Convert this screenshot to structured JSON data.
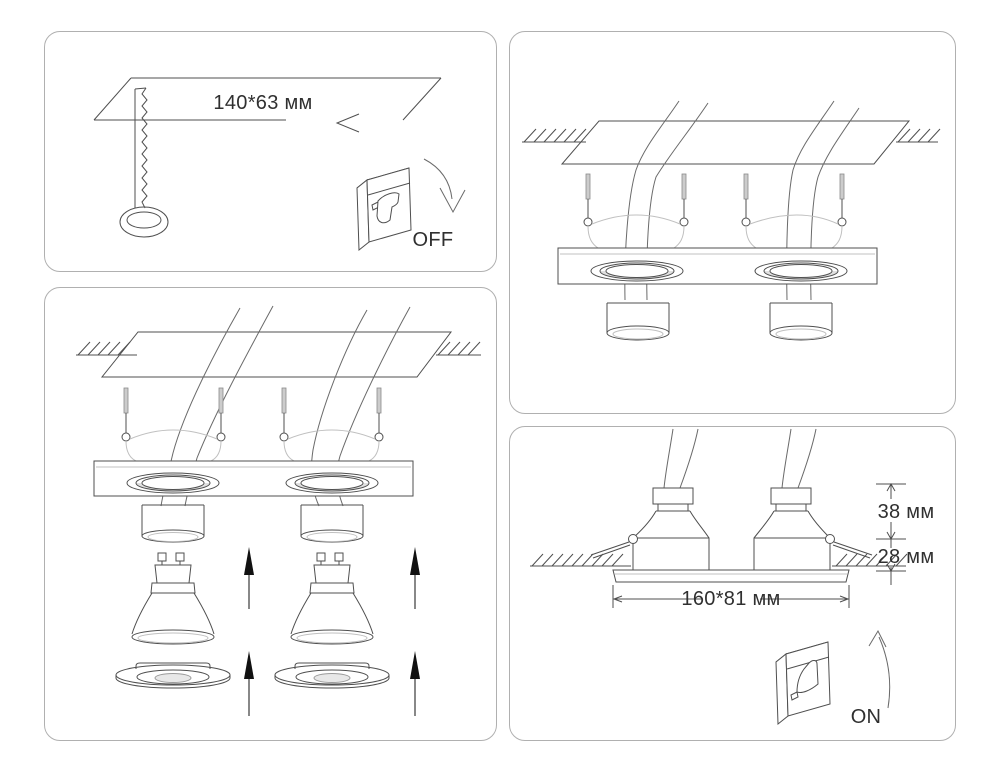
{
  "document": {
    "type": "installation-instructions",
    "product": "double recessed GU10 downlight"
  },
  "labels": {
    "cutout_size": "140*63 мм",
    "switch_off": "OFF",
    "switch_on": "ON",
    "recess_depth": "38 мм",
    "protrusion_height": "28 мм",
    "plate_size": "160*81 мм"
  },
  "colors": {
    "line": "#4f4f4f",
    "light_line": "#c0c0c0",
    "panel_border": "#b0b0b0",
    "arrow": "#111111",
    "text": "#303030",
    "background": "#ffffff"
  }
}
